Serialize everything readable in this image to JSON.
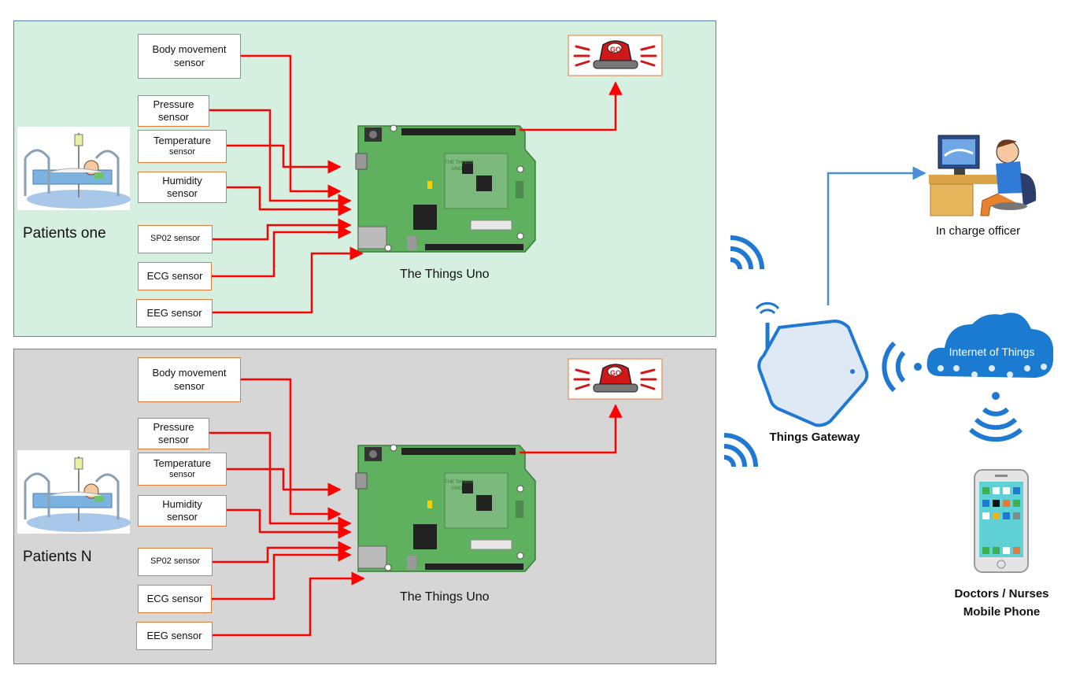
{
  "patients": [
    {
      "label": "Patients one",
      "sensors": {
        "body_movement": [
          "Body movement",
          "sensor"
        ],
        "pressure": [
          "Pressure",
          "sensor"
        ],
        "temperature": [
          "Temperature",
          "sensor"
        ],
        "humidity": [
          "Humidity",
          "sensor"
        ],
        "spo2": "SP02 sensor",
        "ecg": "ECG sensor",
        "eeg": "EEG sensor"
      },
      "board_label": "The Things Uno"
    },
    {
      "label": "Patients N",
      "sensors": {
        "body_movement": [
          "Body movement",
          "sensor"
        ],
        "pressure": [
          "Pressure",
          "sensor"
        ],
        "temperature": [
          "Temperature",
          "sensor"
        ],
        "humidity": [
          "Humidity",
          "sensor"
        ],
        "spo2": "SP02 sensor",
        "ecg": "ECG sensor",
        "eeg": "EEG sensor"
      },
      "board_label": "The Things Uno"
    }
  ],
  "gateway": {
    "label": "Things Gateway"
  },
  "cloud": {
    "label": "Internet of Things"
  },
  "officer": {
    "label": "In charge officer"
  },
  "phone": {
    "label_line1": "Doctors / Nurses",
    "label_line2": "Mobile Phone"
  },
  "board_text": [
    "THE THINGS",
    "UNO"
  ],
  "alarm_text": "GO",
  "colors": {
    "panel1_bg": "#d5efe0",
    "panel2_bg": "#d6d6d6",
    "wire": "#ff0000",
    "network": "#4a8fd6",
    "wifi": "#1f78d1",
    "board": "#5fb15f",
    "alarm": "#d01818",
    "sensor_border": "#e07b39"
  },
  "icons": [
    "patient-bed-icon",
    "alarm-light-icon",
    "arduino-board-icon",
    "wifi-signal-icon",
    "router-icon",
    "cloud-icon",
    "officer-computer-icon",
    "smartphone-icon"
  ]
}
